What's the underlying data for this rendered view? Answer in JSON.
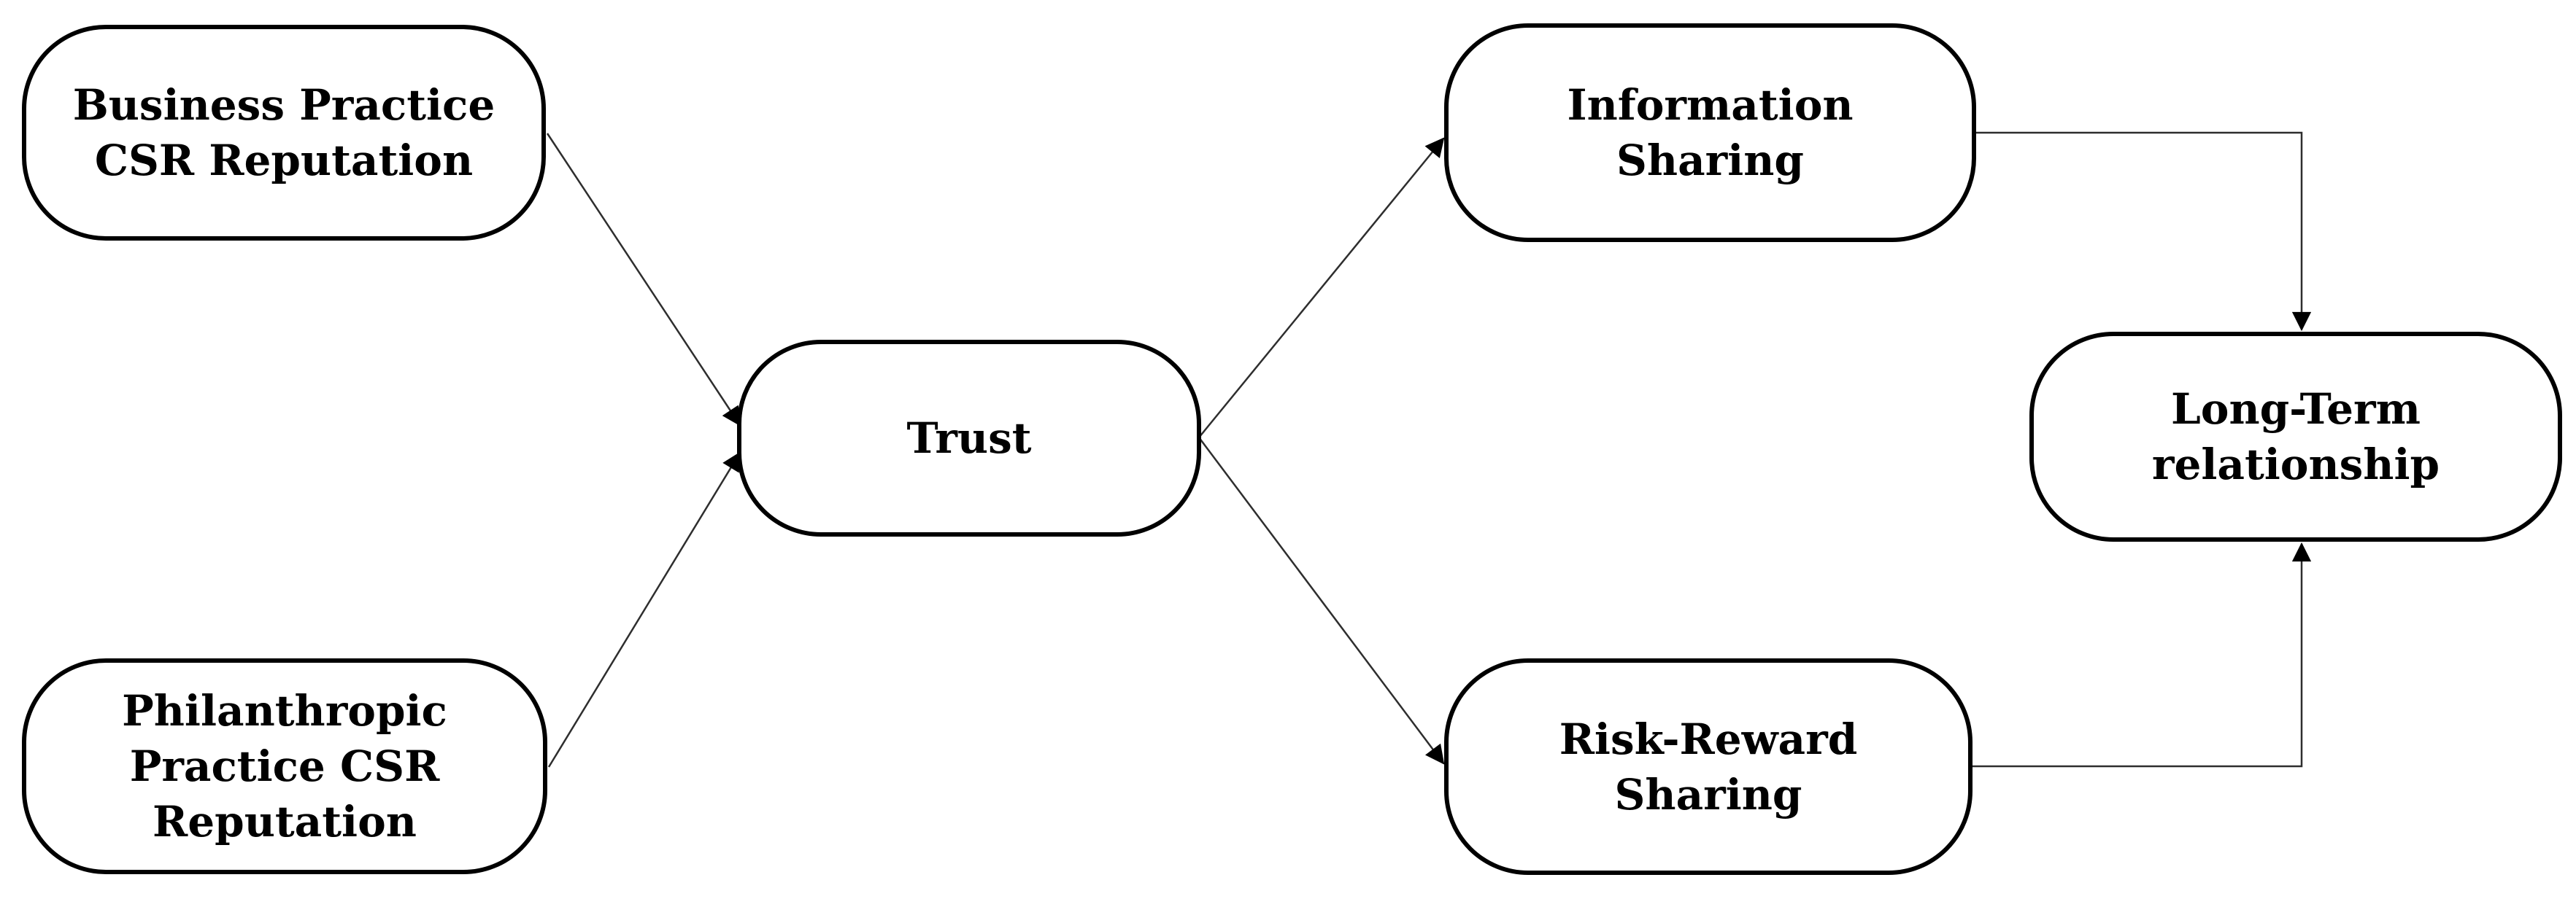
{
  "diagram": {
    "background_color": "#ffffff",
    "box_border_color": "#000000",
    "connector_color": "#2e2e2e",
    "arrowhead_color": "#000000",
    "nodes": {
      "business": {
        "label": "Business Practice\nCSR Reputation"
      },
      "philanthropic": {
        "label": "Philanthropic\nPractice CSR\nReputation"
      },
      "trust": {
        "label": "Trust"
      },
      "information": {
        "label": "Information\nSharing"
      },
      "risk": {
        "label": "Risk-Reward\nSharing"
      },
      "longterm": {
        "label": "Long-Term\nrelationship"
      }
    },
    "edges": [
      {
        "from": "business",
        "to": "trust"
      },
      {
        "from": "philanthropic",
        "to": "trust"
      },
      {
        "from": "trust",
        "to": "information"
      },
      {
        "from": "trust",
        "to": "risk"
      },
      {
        "from": "information",
        "to": "longterm"
      },
      {
        "from": "risk",
        "to": "longterm"
      }
    ]
  }
}
